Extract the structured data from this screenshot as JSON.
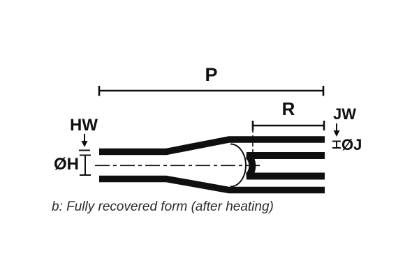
{
  "diagram": {
    "caption": "b: Fully recovered form (after heating)",
    "dimension_labels": {
      "overall_length": "P",
      "branch_length": "R",
      "branch_wall_thickness": "JW",
      "branch_inner_diameter": "ØJ",
      "main_wall_thickness": "HW",
      "main_inner_diameter": "ØH"
    },
    "colors": {
      "line": "#0f0f0f",
      "caption_text": "#2b2b2b",
      "background": "#ffffff"
    }
  }
}
